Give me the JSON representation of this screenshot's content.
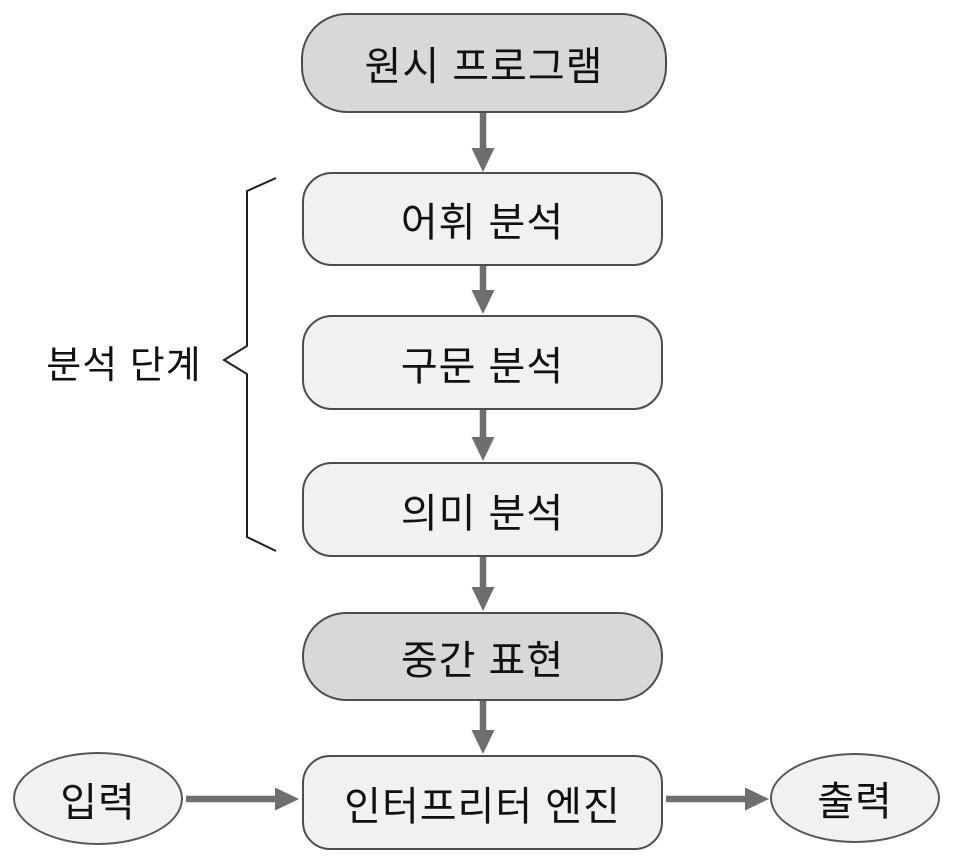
{
  "diagram": {
    "type": "flowchart",
    "language": "ko",
    "nodes": {
      "source": {
        "label": "원시 프로그램",
        "shape": "rounded-rect",
        "fill": "#d8d8d8"
      },
      "lexical": {
        "label": "어휘 분석",
        "shape": "rounded-rect",
        "fill": "#f1f1f1"
      },
      "syntax": {
        "label": "구문 분석",
        "shape": "rounded-rect",
        "fill": "#f1f1f1"
      },
      "semantic": {
        "label": "의미 분석",
        "shape": "rounded-rect",
        "fill": "#f1f1f1"
      },
      "intermediate": {
        "label": "중간 표현",
        "shape": "rounded-rect",
        "fill": "#d8d8d8"
      },
      "engine": {
        "label": "인터프리터 엔진",
        "shape": "rounded-rect",
        "fill": "#f1f1f1"
      },
      "input": {
        "label": "입력",
        "shape": "ellipse",
        "fill": "#f1f1f1"
      },
      "output": {
        "label": "출력",
        "shape": "ellipse",
        "fill": "#f1f1f1"
      }
    },
    "edges": [
      {
        "from": "source",
        "to": "lexical"
      },
      {
        "from": "lexical",
        "to": "syntax"
      },
      {
        "from": "syntax",
        "to": "semantic"
      },
      {
        "from": "semantic",
        "to": "intermediate"
      },
      {
        "from": "intermediate",
        "to": "engine"
      },
      {
        "from": "input",
        "to": "engine"
      },
      {
        "from": "engine",
        "to": "output"
      }
    ],
    "group": {
      "label": "분석 단계",
      "members": [
        "lexical",
        "syntax",
        "semantic"
      ]
    },
    "colors": {
      "background": "#ffffff",
      "node_dark_fill": "#d8d8d8",
      "node_light_fill": "#f1f1f1",
      "node_border": "#4d4d4d",
      "arrow": "#6e6e6e",
      "brace": "#1f1f1f",
      "text": "#111111"
    }
  }
}
